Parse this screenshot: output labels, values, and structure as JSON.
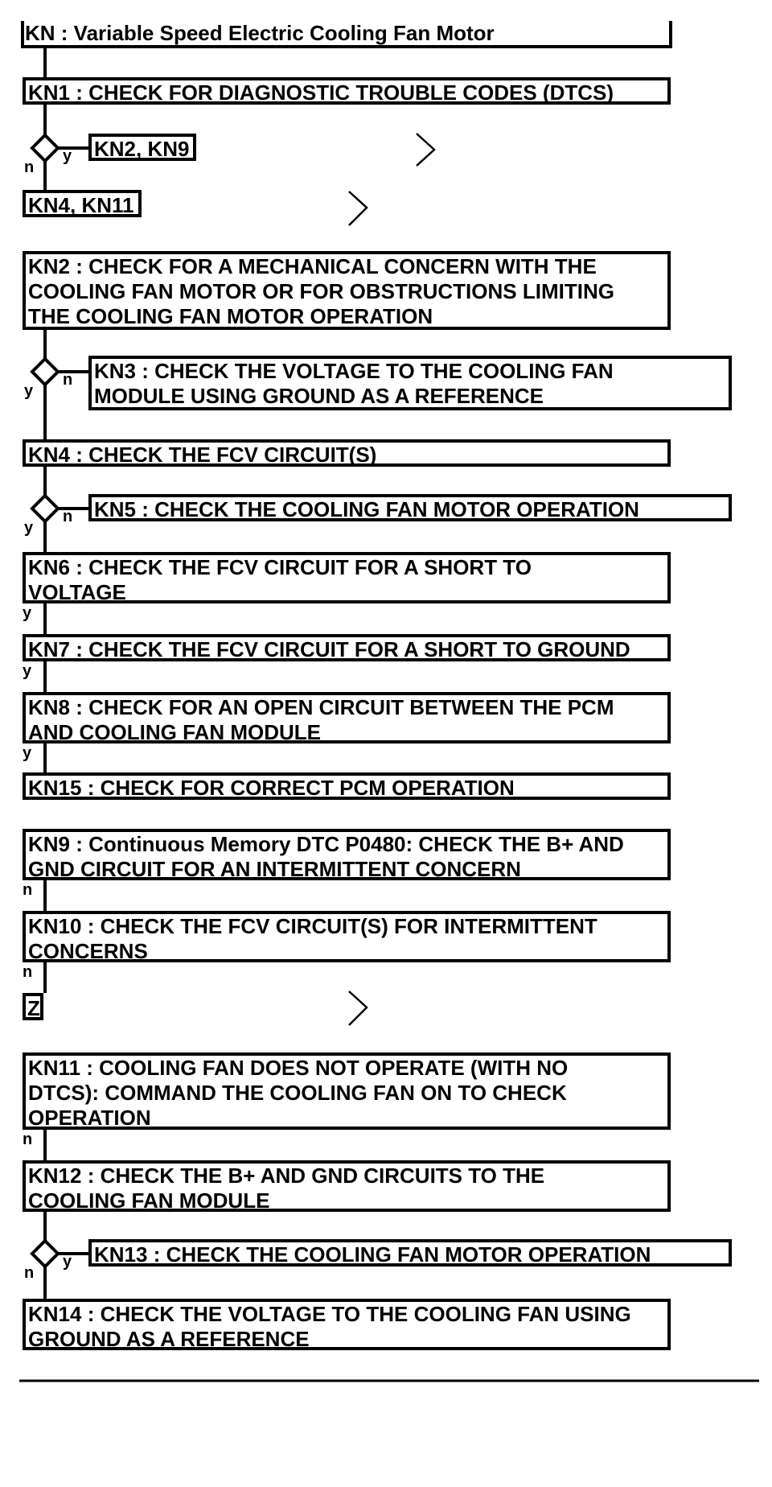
{
  "colors": {
    "line": "#000000",
    "background": "#ffffff"
  },
  "header": {
    "title_lines": [
      "KN : Variable Speed Electric Cooling Fan Motor"
    ]
  },
  "steps": {
    "kn1": {
      "lines": [
        "KN1 : CHECK FOR DIAGNOSTIC TROUBLE CODES (DTCS)"
      ]
    },
    "kn2_kn9_ref": {
      "lines": [
        "KN2, KN9"
      ]
    },
    "kn4_kn11_ref": {
      "lines": [
        "KN4, KN11"
      ]
    },
    "kn2": {
      "lines": [
        "KN2 : CHECK FOR A MECHANICAL CONCERN WITH THE",
        "COOLING FAN MOTOR OR FOR OBSTRUCTIONS LIMITING",
        "THE COOLING FAN MOTOR OPERATION"
      ]
    },
    "kn3": {
      "lines": [
        "KN3 : CHECK THE VOLTAGE TO THE COOLING FAN",
        "MODULE USING GROUND AS A REFERENCE"
      ]
    },
    "kn4": {
      "lines": [
        "KN4 : CHECK THE FCV CIRCUIT(S)"
      ]
    },
    "kn5": {
      "lines": [
        "KN5 : CHECK THE COOLING FAN MOTOR OPERATION"
      ]
    },
    "kn6": {
      "lines": [
        "KN6 : CHECK THE FCV CIRCUIT FOR A SHORT TO",
        "VOLTAGE"
      ]
    },
    "kn7": {
      "lines": [
        "KN7 : CHECK THE FCV CIRCUIT FOR A SHORT TO GROUND"
      ]
    },
    "kn8": {
      "lines": [
        "KN8 : CHECK FOR AN OPEN CIRCUIT BETWEEN THE PCM",
        "AND COOLING FAN MODULE"
      ]
    },
    "kn15": {
      "lines": [
        "KN15 : CHECK FOR CORRECT PCM OPERATION"
      ]
    },
    "kn9": {
      "lines": [
        "KN9 : Continuous Memory DTC P0480: CHECK THE B+ AND",
        "GND CIRCUIT FOR AN INTERMITTENT CONCERN"
      ]
    },
    "kn10": {
      "lines": [
        "KN10 : CHECK THE FCV CIRCUIT(S) FOR INTERMITTENT",
        "CONCERNS"
      ]
    },
    "z_ref": {
      "lines": [
        "Z"
      ]
    },
    "kn11": {
      "lines": [
        "KN11 : COOLING FAN DOES NOT OPERATE (WITH NO",
        "DTCS): COMMAND THE COOLING FAN ON TO CHECK",
        "OPERATION"
      ]
    },
    "kn12": {
      "lines": [
        "KN12 : CHECK THE B+ AND GND CIRCUITS TO THE",
        "COOLING FAN MODULE"
      ]
    },
    "kn13": {
      "lines": [
        "KN13 : CHECK THE COOLING FAN MOTOR OPERATION"
      ]
    },
    "kn14": {
      "lines": [
        "KN14 : CHECK THE VOLTAGE TO THE COOLING FAN USING",
        "GROUND AS A REFERENCE"
      ]
    }
  },
  "branch_labels": {
    "yes": "y",
    "no": "n"
  }
}
